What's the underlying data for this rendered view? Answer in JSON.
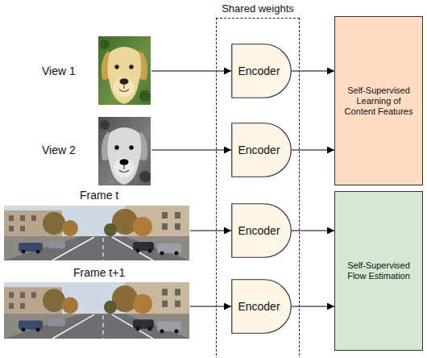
{
  "diagram": {
    "nodes": [
      {
        "text": [
          "Shared weights"
        ]
      },
      {
        "text": [
          "Encoder"
        ],
        "in": 0
      },
      {
        "text": [
          "Encoder"
        ],
        "in": 0
      },
      {
        "text": [
          "Encoder"
        ],
        "in": 0
      },
      {
        "text": [
          "Encoder"
        ],
        "in": 0
      },
      {
        "text": [
          "Self-Supervised Learning of Content Features"
        ]
      },
      {
        "text": [
          "Self-Supervised Flow Estimation"
        ]
      }
    ],
    "edges": [
      {
        "from": 1,
        "to": 5,
        "arrow": "to"
      },
      {
        "from": 2,
        "to": 5,
        "arrow": "to"
      },
      {
        "from": 3,
        "to": 6,
        "arrow": "to"
      },
      {
        "from": 4,
        "to": 6,
        "arrow": "to"
      }
    ],
    "labels": [
      "View 1",
      "View 2",
      "Frame t",
      "Frame t+1"
    ]
  }
}
